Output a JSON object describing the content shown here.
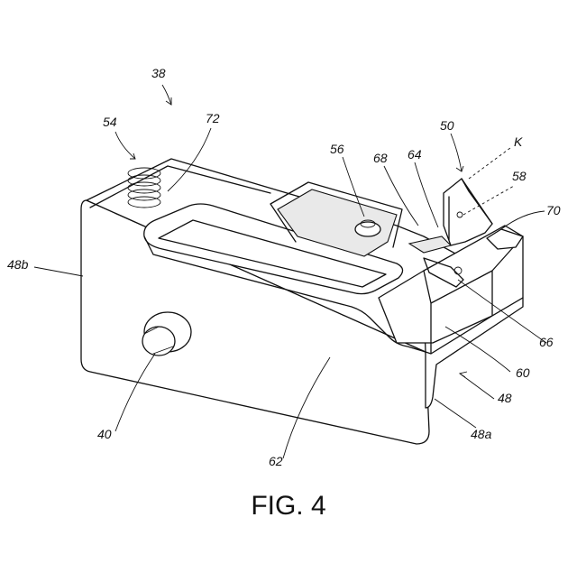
{
  "figure": {
    "caption": "FIG. 4",
    "labels": {
      "assembly": "38",
      "spring": "54",
      "ref72": "72",
      "ref56": "56",
      "ref68": "68",
      "ref64": "64",
      "ref50": "50",
      "axisK": "K",
      "ref58": "58",
      "ref70": "70",
      "side48b": "48b",
      "ref66": "66",
      "ref60": "60",
      "ref48": "48",
      "side48a": "48a",
      "pin40": "40",
      "face62": "62"
    }
  }
}
